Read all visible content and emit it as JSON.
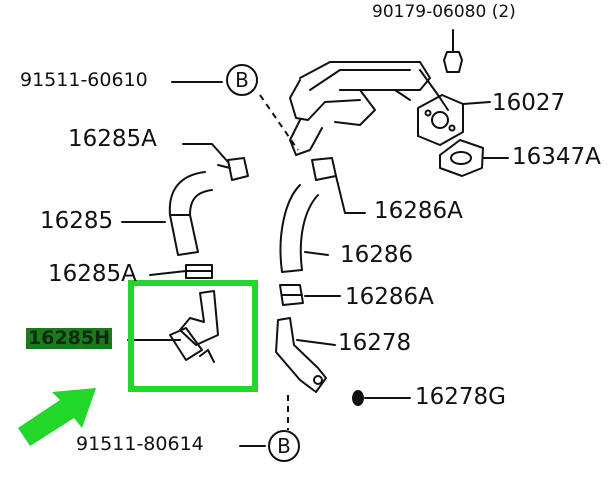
{
  "labels": {
    "p90179": "90179-06080 (2)",
    "p91511_60610": "91511-60610",
    "p16027": "16027",
    "p16347": "16347A",
    "p16285A_top": "16285A",
    "p16285": "16285",
    "p16286A_top": "16286A",
    "p16286": "16286",
    "p16285A_mid": "16285A",
    "p16286A_mid": "16286A",
    "p16285H": "16285H",
    "p16278": "16278",
    "p16278G": "16278G",
    "p91511_80614": "91511-80614"
  },
  "callouts": {
    "b_top": "B",
    "b_bottom": "B"
  },
  "highlight": {
    "color": "#22d62a",
    "part": "16285H"
  },
  "colors": {
    "ink": "#111111",
    "highlight": "#22d62a",
    "label_highlight_bg": "#1b7a1b"
  }
}
